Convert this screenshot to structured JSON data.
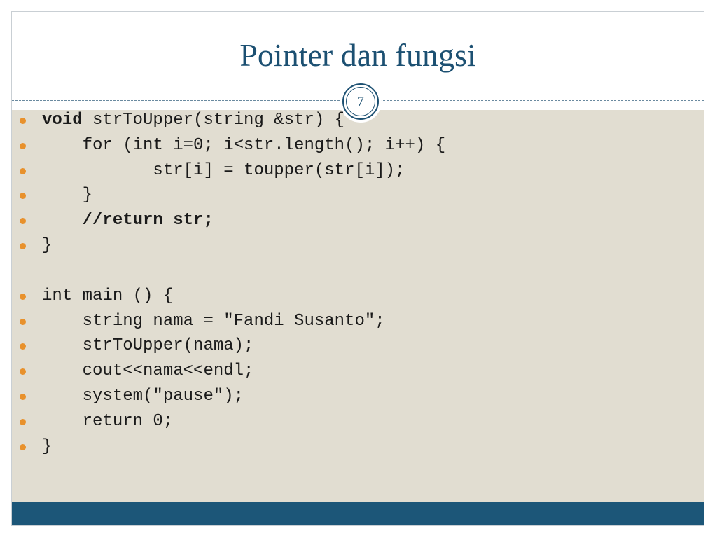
{
  "slide": {
    "title": "Pointer dan fungsi",
    "page_number": "7"
  },
  "code_lines": [
    {
      "text": "void strToUpper(string &str) {",
      "bold_prefix": "void",
      "rest": " strToUpper(string &str) {",
      "bold": false
    },
    {
      "text": "    for (int i=0; i<str.length(); i++) {",
      "bold": false
    },
    {
      "text": "           str[i] = toupper(str[i]);",
      "bold": false
    },
    {
      "text": "    }",
      "bold": false
    },
    {
      "text": "    //return str;",
      "bold": true
    },
    {
      "text": "}",
      "bold": false
    },
    {
      "text": "",
      "blank": true
    },
    {
      "text": "int main () {",
      "bold": false
    },
    {
      "text": "    string nama = \"Fandi Susanto\";",
      "bold": false
    },
    {
      "text": "    strToUpper(nama);",
      "bold": false
    },
    {
      "text": "    cout<<nama<<endl;",
      "bold": false
    },
    {
      "text": "    system(\"pause\");",
      "bold": false
    },
    {
      "text": "    return 0;",
      "bold": false
    },
    {
      "text": "}",
      "bold": false
    }
  ],
  "colors": {
    "title": "#1c5072",
    "content_background": "#e1ddd1",
    "bullet": "#e8912c",
    "footer": "#1c5678"
  }
}
